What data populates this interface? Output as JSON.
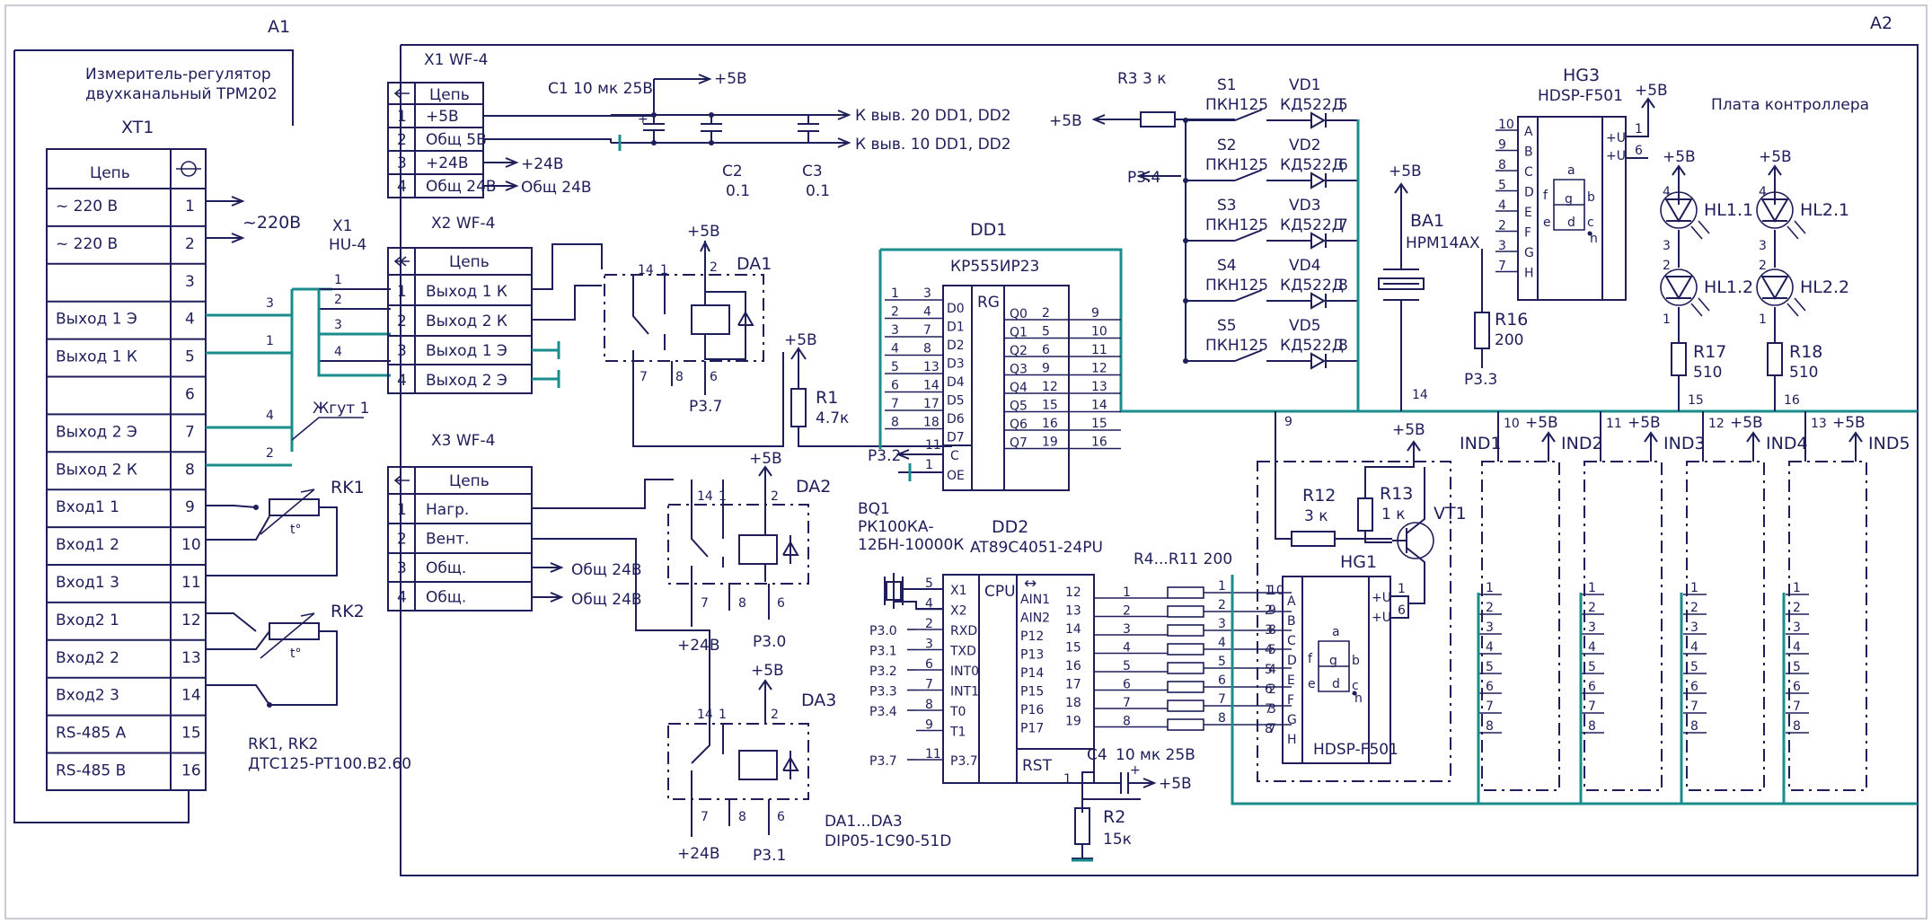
{
  "a1": {
    "ref": "A1",
    "title_line1": "Измеритель-регулятор",
    "title_line2": "двухканальный ТРМ202",
    "xt1_ref": "XT1",
    "col_header": "Цепь",
    "rows": [
      {
        "name": "~ 220 В",
        "pin": "1"
      },
      {
        "name": "~ 220 В",
        "pin": "2"
      },
      {
        "name": "",
        "pin": "3"
      },
      {
        "name": "Выход 1  Э",
        "pin": "4"
      },
      {
        "name": "Выход 1  К",
        "pin": "5"
      },
      {
        "name": "",
        "pin": "6"
      },
      {
        "name": "Выход 2  Э",
        "pin": "7"
      },
      {
        "name": "Выход 2  К",
        "pin": "8"
      },
      {
        "name": "Вход1  1",
        "pin": "9"
      },
      {
        "name": "Вход1  2",
        "pin": "10"
      },
      {
        "name": "Вход1  3",
        "pin": "11"
      },
      {
        "name": "Вход2  1",
        "pin": "12"
      },
      {
        "name": "Вход2  2",
        "pin": "13"
      },
      {
        "name": "Вход2  3",
        "pin": "14"
      },
      {
        "name": "RS-485  A",
        "pin": "15"
      },
      {
        "name": "RS-485  B",
        "pin": "16"
      }
    ],
    "ac_label": "~220В",
    "harness_label": "Жгут 1",
    "harness_wires": [
      "3",
      "1",
      "4",
      "2"
    ],
    "rk1": "RK1",
    "rk2": "RK2",
    "t_symbol": "t°",
    "rk_note_line1": "RK1, RK2",
    "rk_note_line2": "ДТС125-РТ100.В2.60"
  },
  "a2": {
    "ref": "A2",
    "board_label": "Плата контроллера"
  },
  "x1": {
    "ref": "X1",
    "type": "HU-4",
    "pins": [
      "1",
      "2",
      "3",
      "4"
    ]
  },
  "x1wf": {
    "ref": "X1 WF-4",
    "header": "Цепь",
    "rows": [
      {
        "pin": "1",
        "name": "+5В"
      },
      {
        "pin": "2",
        "name": "Общ 5В"
      },
      {
        "pin": "3",
        "name": "+24В"
      },
      {
        "pin": "4",
        "name": "Общ 24В"
      }
    ],
    "out_24": "+24В",
    "out_gnd24": "Общ 24В"
  },
  "x2wf": {
    "ref": "X2 WF-4",
    "header": "Цепь",
    "rows": [
      {
        "pin": "1",
        "name": "Выход 1  К"
      },
      {
        "pin": "2",
        "name": "Выход 2  К"
      },
      {
        "pin": "3",
        "name": "Выход 1  Э"
      },
      {
        "pin": "4",
        "name": "Выход 2  Э"
      }
    ]
  },
  "x3wf": {
    "ref": "X3 WF-4",
    "header": "Цепь",
    "rows": [
      {
        "pin": "1",
        "name": "Нагр."
      },
      {
        "pin": "2",
        "name": "Вент."
      },
      {
        "pin": "3",
        "name": "Общ."
      },
      {
        "pin": "4",
        "name": "Общ."
      }
    ],
    "out_gnd1": "Общ 24В",
    "out_gnd2": "Общ 24В"
  },
  "power": {
    "c1": "С1 10 мк 25В",
    "c2": "С2",
    "c2v": "0.1",
    "c3": "С3",
    "c3v": "0.1",
    "plus5": "+5В",
    "to_pin20": "К выв. 20 DD1, DD2",
    "to_pin10": "К выв. 10 DD1, DD2"
  },
  "da": {
    "da1": "DA1",
    "da2": "DA2",
    "da3": "DA3",
    "note_line1": "DA1...DA3",
    "note_line2": "DIP05-1C90-51D",
    "plus5": "+5В",
    "plus24": "+24В",
    "p37": "Р3.7",
    "p30": "Р3.0",
    "p31": "Р3.1",
    "pins": {
      "p14": "14",
      "p1": "1",
      "p2": "2",
      "p7": "7",
      "p8": "8",
      "p6": "6"
    }
  },
  "r1": {
    "ref": "R1",
    "value": "4.7к",
    "supply": "+5В"
  },
  "dd1": {
    "ref": "DD1",
    "type": "КР555ИР23",
    "func": "RG",
    "inputs": [
      {
        "pin": "3",
        "name": "D0",
        "wire": "1"
      },
      {
        "pin": "4",
        "name": "D1",
        "wire": "2"
      },
      {
        "pin": "7",
        "name": "D2",
        "wire": "3"
      },
      {
        "pin": "8",
        "name": "D3",
        "wire": "4"
      },
      {
        "pin": "13",
        "name": "D4",
        "wire": "5"
      },
      {
        "pin": "14",
        "name": "D5",
        "wire": "6"
      },
      {
        "pin": "17",
        "name": "D6",
        "wire": "7"
      },
      {
        "pin": "18",
        "name": "D7",
        "wire": "8"
      }
    ],
    "outputs": [
      {
        "pin": "2",
        "name": "Q0",
        "wire": "9"
      },
      {
        "pin": "5",
        "name": "Q1",
        "wire": "10"
      },
      {
        "pin": "6",
        "name": "Q2",
        "wire": "11"
      },
      {
        "pin": "9",
        "name": "Q3",
        "wire": "12"
      },
      {
        "pin": "12",
        "name": "Q4",
        "wire": "13"
      },
      {
        "pin": "15",
        "name": "Q5",
        "wire": "14"
      },
      {
        "pin": "16",
        "name": "Q6",
        "wire": "15"
      },
      {
        "pin": "19",
        "name": "Q7",
        "wire": "16"
      }
    ],
    "c_pin": "11",
    "c_name": "C",
    "oe_pin": "1",
    "oe_name": "OE",
    "p32": "Р3.2"
  },
  "dd2": {
    "ref": "DD2",
    "type": "AT89C4051-24PU",
    "cpu": "CPU",
    "ain": "↔",
    "left": [
      {
        "pin": "5",
        "name": "X1",
        "net": ""
      },
      {
        "pin": "4",
        "name": "X2",
        "net": ""
      },
      {
        "pin": "2",
        "name": "RXD",
        "net": "Р3.0"
      },
      {
        "pin": "3",
        "name": "TXD",
        "net": "Р3.1"
      },
      {
        "pin": "6",
        "name": "INT0",
        "net": "Р3.2"
      },
      {
        "pin": "7",
        "name": "INT1",
        "net": "Р3.3"
      },
      {
        "pin": "8",
        "name": "T0",
        "net": "Р3.4"
      },
      {
        "pin": "9",
        "name": "T1",
        "net": ""
      },
      {
        "pin": "11",
        "name": "P3.7",
        "net": "Р3.7"
      }
    ],
    "right": [
      {
        "pin": "12",
        "name": "AIN1",
        "wire": "1"
      },
      {
        "pin": "13",
        "name": "AIN2",
        "wire": "2"
      },
      {
        "pin": "14",
        "name": "P12",
        "wire": "3"
      },
      {
        "pin": "15",
        "name": "P13",
        "wire": "4"
      },
      {
        "pin": "16",
        "name": "P14",
        "wire": "5"
      },
      {
        "pin": "17",
        "name": "P15",
        "wire": "6"
      },
      {
        "pin": "18",
        "name": "P16",
        "wire": "7"
      },
      {
        "pin": "19",
        "name": "P17",
        "wire": "8"
      }
    ],
    "rst": "RST",
    "rst_pin": "1",
    "bq1_line1": "BQ1",
    "bq1_line2": "РК100КА-",
    "bq1_line3": "12БН-10000К"
  },
  "c4": {
    "ref": "С4",
    "value": "10 мк 25В",
    "supply": "+5В"
  },
  "r2": {
    "ref": "R2",
    "value": "15к"
  },
  "r4r11": {
    "label": "R4...R11 200",
    "pins": [
      "1",
      "2",
      "3",
      "4",
      "5",
      "6",
      "7",
      "8"
    ]
  },
  "switches": {
    "r3": "R3 3 к",
    "plus5": "+5В",
    "p34": "Р3.4",
    "items": [
      {
        "sw": "S1",
        "type": "ПКН125",
        "vd": "VD1",
        "vdtype": "КД522Д",
        "n": "5"
      },
      {
        "sw": "S2",
        "type": "ПКН125",
        "vd": "VD2",
        "vdtype": "КД522Д",
        "n": "6"
      },
      {
        "sw": "S3",
        "type": "ПКН125",
        "vd": "VD3",
        "vdtype": "КД522Д",
        "n": "7"
      },
      {
        "sw": "S4",
        "type": "ПКН125",
        "vd": "VD4",
        "vdtype": "КД522Д",
        "n": "8"
      },
      {
        "sw": "S5",
        "type": "ПКН125",
        "vd": "VD5",
        "vdtype": "КД522Д",
        "n": "8"
      }
    ]
  },
  "ba1": {
    "ref": "BA1",
    "type": "НРМ14АХ",
    "supply": "+5В",
    "pin": "14"
  },
  "hg3": {
    "ref": "HG3",
    "type": "HDSP-F501",
    "pins_left": [
      "10",
      "9",
      "8",
      "5",
      "4",
      "2",
      "3",
      "7"
    ],
    "segs": [
      "A",
      "B",
      "C",
      "D",
      "E",
      "F",
      "G",
      "H"
    ],
    "plus_u1": "+U",
    "plus_u2": "+U",
    "pin1": "1",
    "pin6": "6",
    "supply": "+5В",
    "seg_a": "a",
    "seg_b": "b",
    "seg_c": "c",
    "seg_d": "d",
    "seg_e": "e",
    "seg_f": "f",
    "seg_g": "g",
    "seg_h": "h",
    "r16": "R16",
    "r16v": "200",
    "p33": "Р3.3"
  },
  "leds": {
    "supply": "+5В",
    "hl11": "HL1.1",
    "hl12": "HL1.2",
    "hl21": "HL2.1",
    "hl22": "HL2.2",
    "r17": "R17",
    "r17v": "510",
    "r18": "R18",
    "r18v": "510",
    "n15": "15",
    "n16": "16",
    "pins": {
      "p4": "4",
      "p3": "3",
      "p2": "2",
      "p1": "1"
    }
  },
  "ind1": {
    "ref": "IND1",
    "net9": "9",
    "supply": "+5В",
    "r12": "R12",
    "r12v": "3 к",
    "r13": "R13",
    "r13v": "1 к",
    "vt1": "VT1",
    "hg1": "HG1",
    "hg1type": "HDSP-F501",
    "pins_left": [
      "10",
      "9",
      "8",
      "5",
      "4",
      "2",
      "3",
      "7"
    ],
    "segs": [
      "A",
      "B",
      "C",
      "D",
      "E",
      "F",
      "G",
      "H"
    ],
    "wires": [
      "1",
      "2",
      "3",
      "4",
      "5",
      "6",
      "7",
      "8"
    ],
    "plus_u": "+U",
    "pin1": "1",
    "pin6": "6",
    "seg_a": "a",
    "seg_b": "b",
    "seg_c": "c",
    "seg_d": "d",
    "seg_e": "e",
    "seg_f": "f",
    "seg_g": "g",
    "seg_h": "h"
  },
  "inds": [
    {
      "ref": "IND2",
      "net": "10",
      "supply": "+5В"
    },
    {
      "ref": "IND3",
      "net": "11",
      "supply": "+5В"
    },
    {
      "ref": "IND4",
      "net": "12",
      "supply": "+5В"
    },
    {
      "ref": "IND5",
      "net": "13",
      "supply": "+5В"
    }
  ],
  "ind_wires": [
    "1",
    "2",
    "3",
    "4",
    "5",
    "6",
    "7",
    "8"
  ],
  "colors": {
    "ink": "#1e1e5a",
    "harness": "#1a8c8c"
  }
}
